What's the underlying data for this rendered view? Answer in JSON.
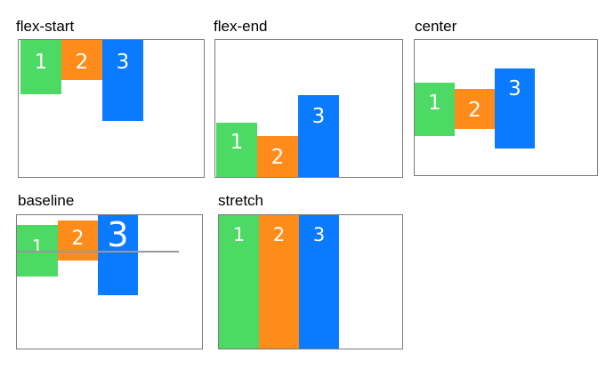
{
  "colors": {
    "green": "#4cd964",
    "orange": "#ff8c1a",
    "blue": "#0a7aff",
    "border": "#7b7b7b",
    "baseline_line": "#999999"
  },
  "panels": [
    {
      "id": "flex-start",
      "label": "flex-start",
      "items": [
        {
          "text": "1",
          "color": "green"
        },
        {
          "text": "2",
          "color": "orange"
        },
        {
          "text": "3",
          "color": "blue"
        }
      ]
    },
    {
      "id": "flex-end",
      "label": "flex-end",
      "items": [
        {
          "text": "1",
          "color": "green"
        },
        {
          "text": "2",
          "color": "orange"
        },
        {
          "text": "3",
          "color": "blue"
        }
      ]
    },
    {
      "id": "center",
      "label": "center",
      "items": [
        {
          "text": "1",
          "color": "green"
        },
        {
          "text": "2",
          "color": "orange"
        },
        {
          "text": "3",
          "color": "blue"
        }
      ]
    },
    {
      "id": "baseline",
      "label": "baseline",
      "items": [
        {
          "text": "1",
          "color": "green"
        },
        {
          "text": "2",
          "color": "orange"
        },
        {
          "text": "3",
          "color": "blue"
        }
      ]
    },
    {
      "id": "stretch",
      "label": "stretch",
      "items": [
        {
          "text": "1",
          "color": "green"
        },
        {
          "text": "2",
          "color": "orange"
        },
        {
          "text": "3",
          "color": "blue"
        }
      ]
    }
  ]
}
